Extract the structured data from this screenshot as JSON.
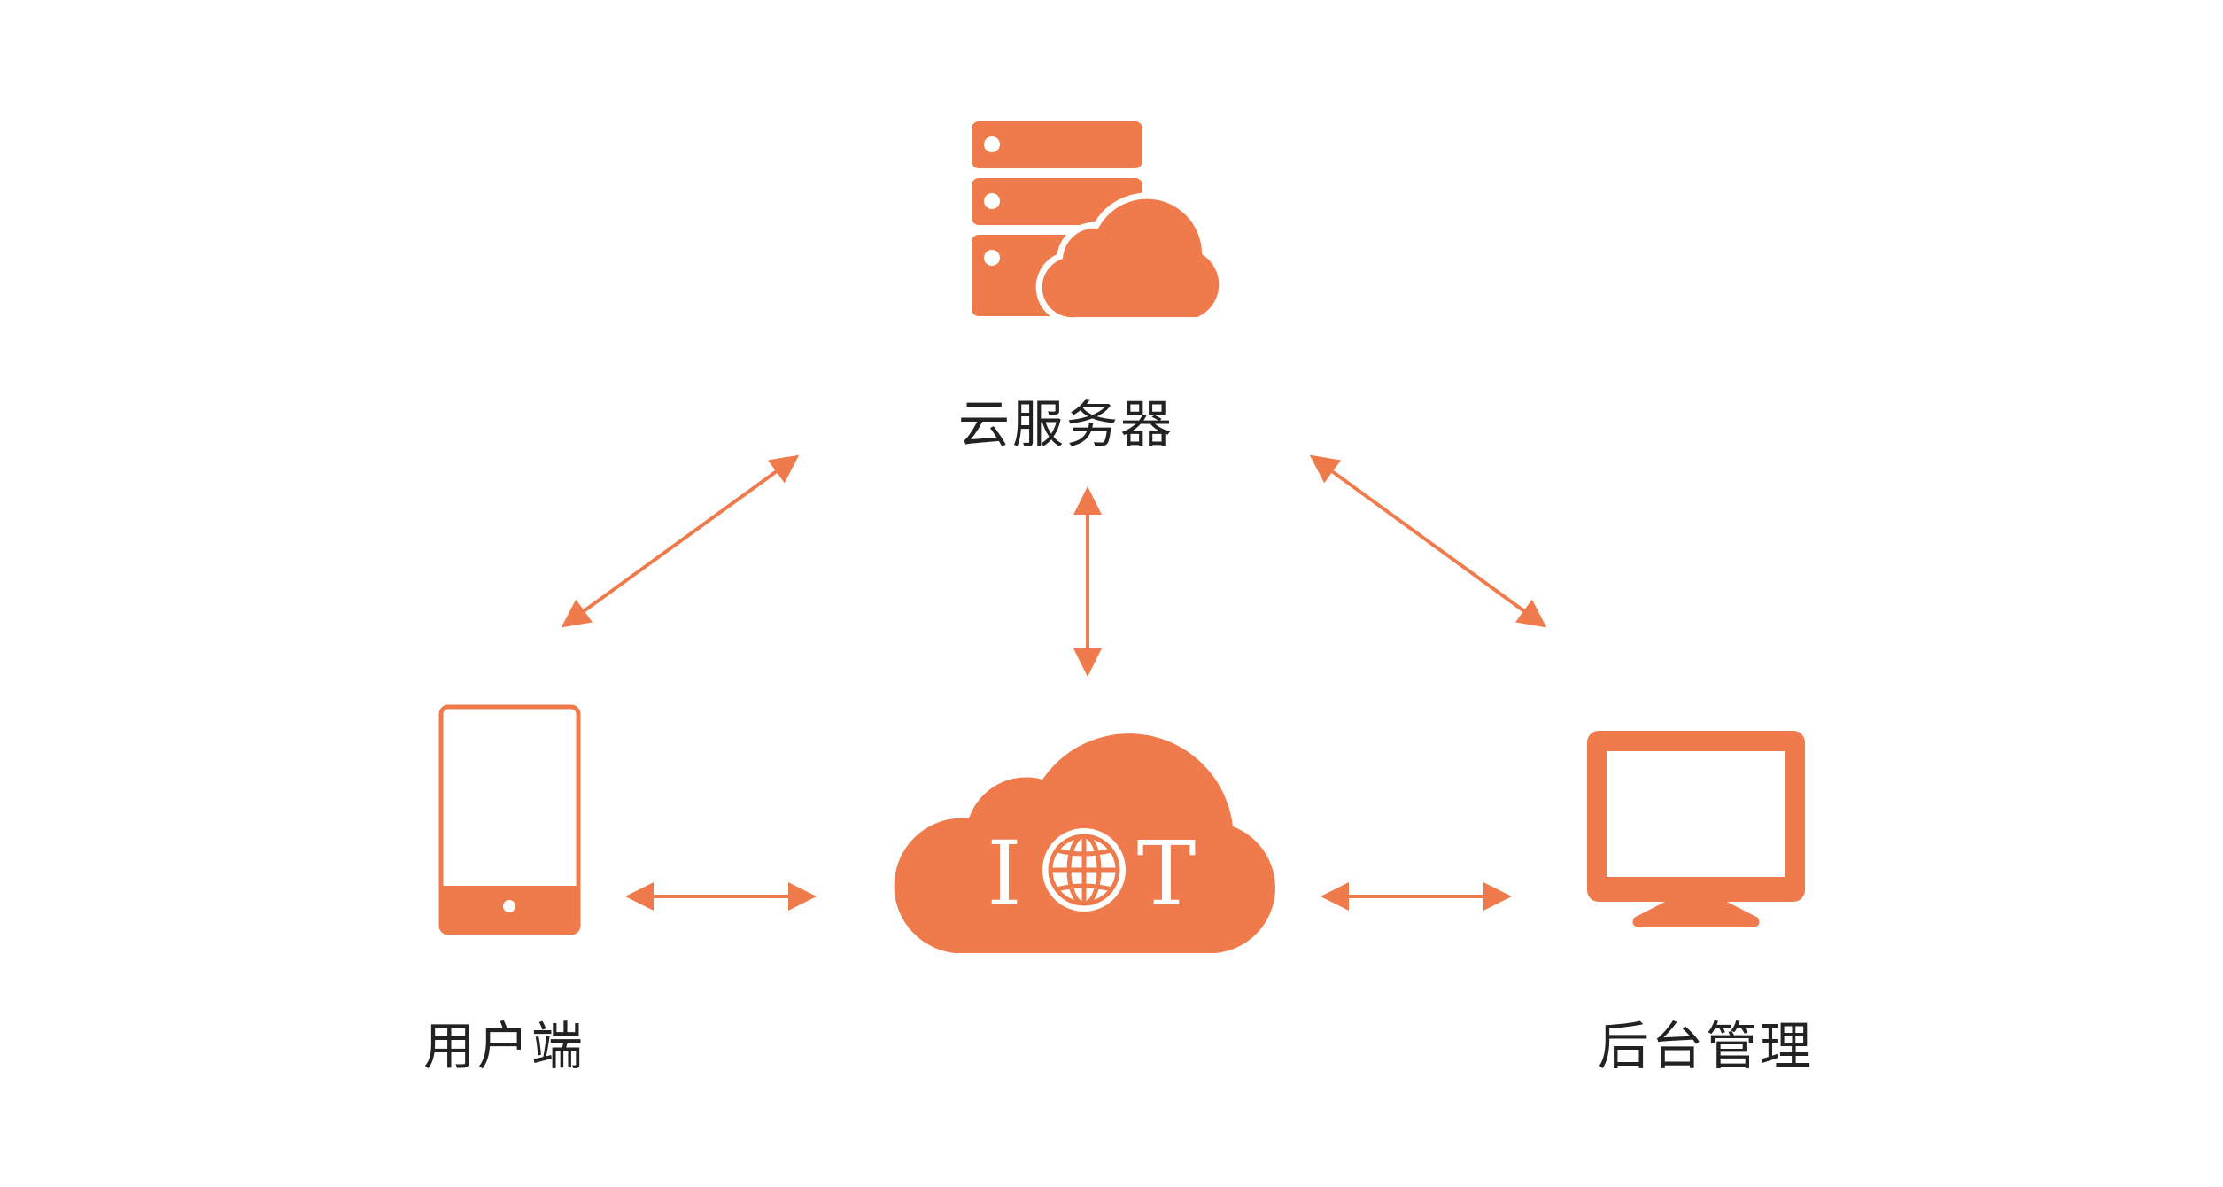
{
  "colors": {
    "accent": "#EF7B4C",
    "background": "#FFFFFF",
    "text": "#222222",
    "icon_detail": "#FFFFFF"
  },
  "nodes": {
    "server": {
      "label": "云服务器",
      "icon": "server-cloud-icon"
    },
    "user": {
      "label": "用户端",
      "icon": "mobile-phone-icon"
    },
    "admin": {
      "label": "后台管理",
      "icon": "desktop-monitor-icon"
    },
    "iot": {
      "label": "IOT",
      "letters": [
        "I",
        "T"
      ],
      "icon": "iot-cloud-icon",
      "globe_icon": "globe-icon"
    }
  },
  "connections": [
    {
      "name": "server-user",
      "from": "server",
      "to": "user",
      "type": "bidirectional"
    },
    {
      "name": "server-iot",
      "from": "server",
      "to": "iot",
      "type": "bidirectional"
    },
    {
      "name": "server-admin",
      "from": "server",
      "to": "admin",
      "type": "bidirectional"
    },
    {
      "name": "user-iot",
      "from": "user",
      "to": "iot",
      "type": "bidirectional"
    },
    {
      "name": "iot-admin",
      "from": "iot",
      "to": "admin",
      "type": "bidirectional"
    }
  ]
}
